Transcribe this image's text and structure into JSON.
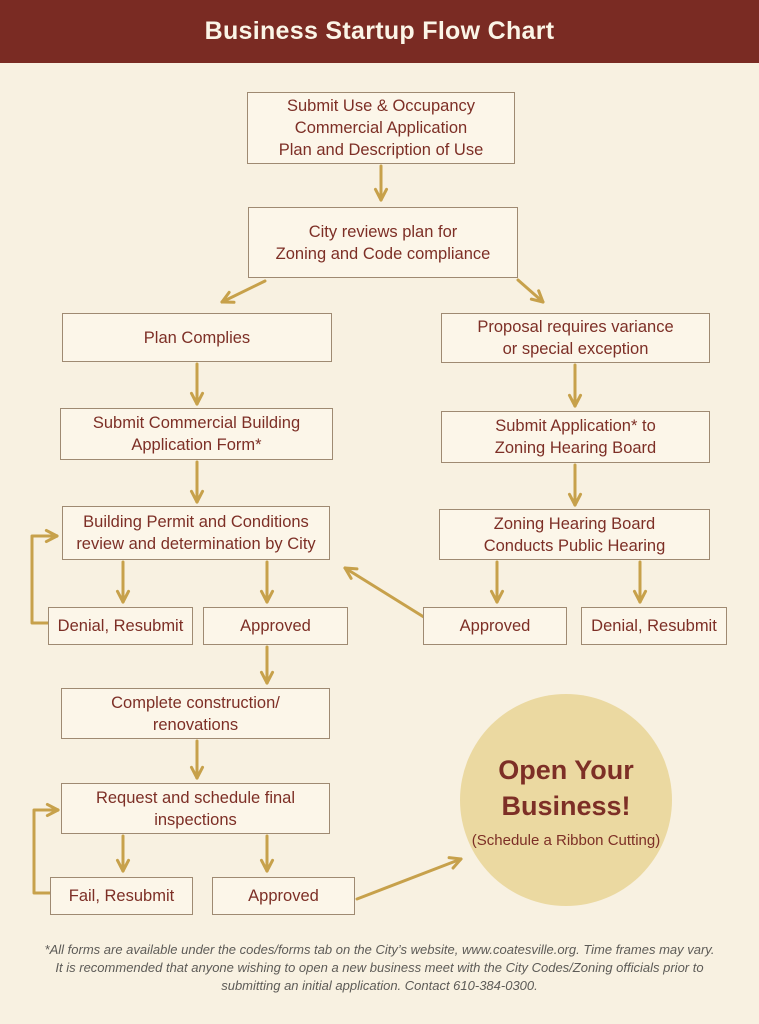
{
  "header": {
    "title": "Business Startup Flow Chart"
  },
  "flowchart": {
    "nodes": [
      {
        "id": "submit-uo",
        "label": "Submit Use & Occupancy\nCommercial Application\nPlan and Description of Use"
      },
      {
        "id": "city-reviews",
        "label": "City reviews plan for\nZoning and Code compliance"
      },
      {
        "id": "plan-complies",
        "label": "Plan Complies"
      },
      {
        "id": "proposal-variance",
        "label": "Proposal requires variance\nor special exception"
      },
      {
        "id": "submit-building-app",
        "label": "Submit Commercial Building\nApplication Form*"
      },
      {
        "id": "submit-zhb-app",
        "label": "Submit Application* to\nZoning Hearing Board"
      },
      {
        "id": "building-permit-review",
        "label": "Building Permit and Conditions\nreview and determination by City"
      },
      {
        "id": "zhb-public-hearing",
        "label": "Zoning Hearing Board\nConducts Public Hearing"
      },
      {
        "id": "denial-resubmit-left",
        "label": "Denial, Resubmit"
      },
      {
        "id": "approved-building",
        "label": "Approved"
      },
      {
        "id": "approved-zhb",
        "label": "Approved"
      },
      {
        "id": "denial-resubmit-right",
        "label": "Denial, Resubmit"
      },
      {
        "id": "complete-construction",
        "label": "Complete construction/\nrenovations"
      },
      {
        "id": "request-inspections",
        "label": "Request and schedule final\ninspections"
      },
      {
        "id": "fail-resubmit",
        "label": "Fail, Resubmit"
      },
      {
        "id": "approved-final",
        "label": "Approved"
      }
    ],
    "edges": [
      {
        "from": "submit-uo",
        "to": "city-reviews"
      },
      {
        "from": "city-reviews",
        "to": "plan-complies"
      },
      {
        "from": "city-reviews",
        "to": "proposal-variance"
      },
      {
        "from": "plan-complies",
        "to": "submit-building-app"
      },
      {
        "from": "proposal-variance",
        "to": "submit-zhb-app"
      },
      {
        "from": "submit-building-app",
        "to": "building-permit-review"
      },
      {
        "from": "submit-zhb-app",
        "to": "zhb-public-hearing"
      },
      {
        "from": "building-permit-review",
        "to": "denial-resubmit-left"
      },
      {
        "from": "building-permit-review",
        "to": "approved-building"
      },
      {
        "from": "zhb-public-hearing",
        "to": "approved-zhb"
      },
      {
        "from": "zhb-public-hearing",
        "to": "denial-resubmit-right"
      },
      {
        "from": "denial-resubmit-left",
        "to": "building-permit-review"
      },
      {
        "from": "approved-zhb",
        "to": "building-permit-review"
      },
      {
        "from": "approved-building",
        "to": "complete-construction"
      },
      {
        "from": "complete-construction",
        "to": "request-inspections"
      },
      {
        "from": "request-inspections",
        "to": "fail-resubmit"
      },
      {
        "from": "request-inspections",
        "to": "approved-final"
      },
      {
        "from": "fail-resubmit",
        "to": "request-inspections"
      },
      {
        "from": "approved-final",
        "to": "open-your-business"
      }
    ]
  },
  "goal": {
    "title": "Open Your\nBusiness!",
    "subtitle": "(Schedule a Ribbon Cutting)"
  },
  "footer": {
    "lines": [
      "*All forms are available under the codes/forms tab on the City’s website, www.coatesville.org. Time frames may vary.",
      "It is recommended that anyone wishing to open a new business meet with the City Codes/Zoning officials prior to",
      "submitting an initial application. Contact 610-384-0300."
    ]
  },
  "colors": {
    "header_bg": "#7a2b23",
    "header_text": "#fbf5e7",
    "page_bg": "#f8f1e1",
    "box_fill": "#fcf6e9",
    "box_border": "#9f8a72",
    "box_text": "#7d2f26",
    "arrow": "#c7a14b",
    "circle_fill": "#ebd9a1",
    "footer_text": "#5d5b57"
  }
}
